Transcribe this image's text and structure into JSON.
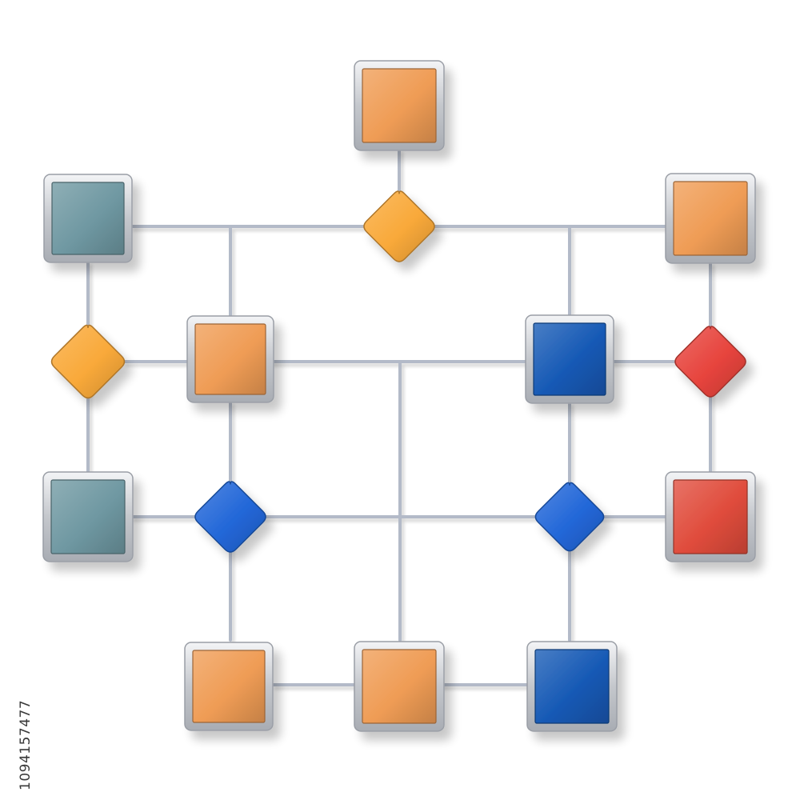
{
  "colors": {
    "background": "#ffffff",
    "connector": "#b3bac8",
    "frame": "#c4c7cc",
    "orange": "#ef9c55",
    "teal": "#6f98a2",
    "blue": "#1659b5",
    "red": "#e04c3c",
    "diamond_orange": "#f9a93a",
    "diamond_blue": "#2267d8",
    "diamond_red": "#e7443d"
  },
  "nodes": [
    {
      "id": "top-square",
      "shape": "square",
      "color": "orange"
    },
    {
      "id": "top-decision",
      "shape": "diamond",
      "color": "diamond_orange"
    },
    {
      "id": "upper-left-square",
      "shape": "square",
      "color": "teal"
    },
    {
      "id": "upper-right-square",
      "shape": "square",
      "color": "orange"
    },
    {
      "id": "left-decision",
      "shape": "diamond",
      "color": "diamond_orange"
    },
    {
      "id": "mid-left-square",
      "shape": "square",
      "color": "orange"
    },
    {
      "id": "mid-right-square",
      "shape": "square",
      "color": "blue"
    },
    {
      "id": "right-decision",
      "shape": "diamond",
      "color": "diamond_red"
    },
    {
      "id": "lower-left-square",
      "shape": "square",
      "color": "teal"
    },
    {
      "id": "lower-left-decision",
      "shape": "diamond",
      "color": "diamond_blue"
    },
    {
      "id": "lower-right-decision",
      "shape": "diamond",
      "color": "diamond_blue"
    },
    {
      "id": "lower-right-square",
      "shape": "square",
      "color": "red"
    },
    {
      "id": "bottom-left-square",
      "shape": "square",
      "color": "orange"
    },
    {
      "id": "bottom-center-square",
      "shape": "square",
      "color": "orange"
    },
    {
      "id": "bottom-right-square",
      "shape": "square",
      "color": "blue"
    }
  ],
  "stock_id": "1094157477"
}
